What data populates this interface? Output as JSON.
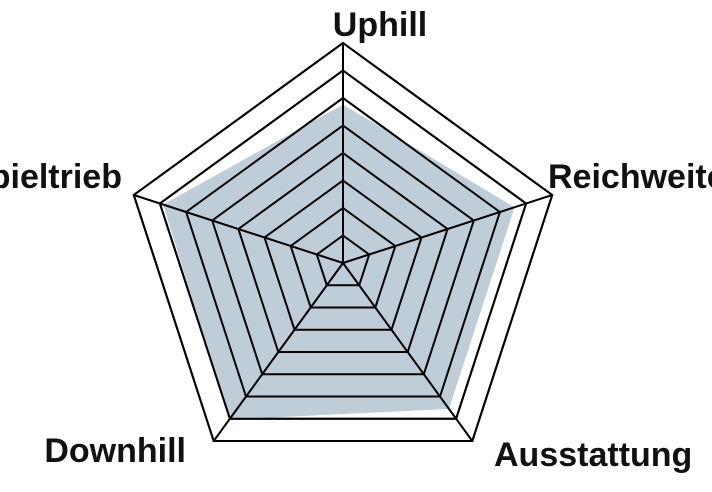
{
  "chart_data": {
    "type": "radar",
    "axes": [
      "Uphill",
      "Reichweite",
      "Ausstattung",
      "Downhill",
      "Spieltrieb"
    ],
    "values": [
      7.2,
      8.2,
      8.2,
      8.8,
      8.6
    ],
    "max": 10,
    "rings": 8,
    "grid": true,
    "fill_color": "#bfcdd8",
    "line_color": "#000000"
  }
}
